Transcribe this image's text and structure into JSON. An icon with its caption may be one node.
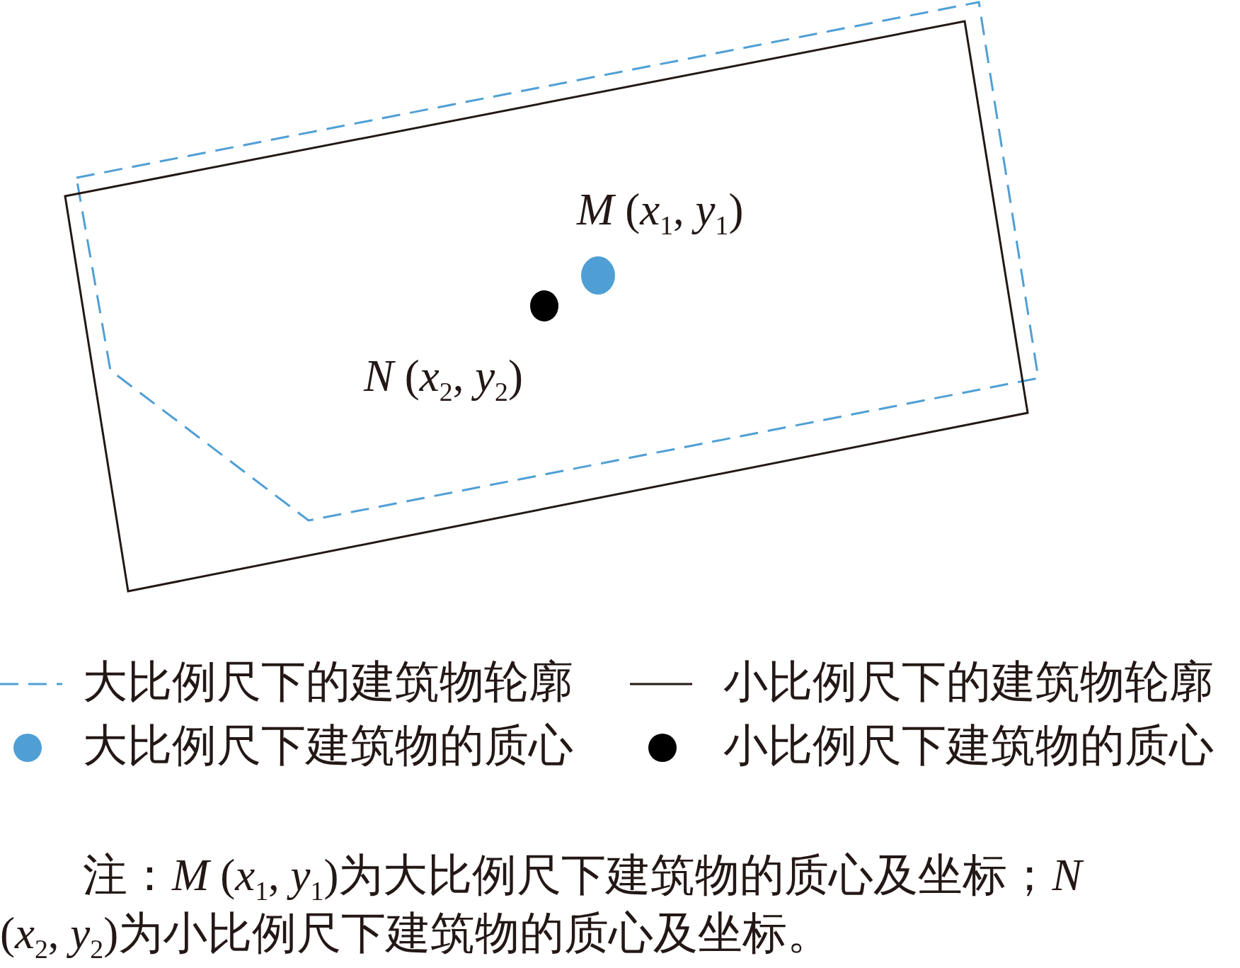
{
  "diagram": {
    "labels": [
      "*M* (*x*$_{1}$, *y*$_{1}$)",
      "*N* (*x*$_{2}$, *y*$_{2}$)"
    ],
    "legend": [
      {
        "text": "大比例尺下的建筑物轮廓"
      },
      {
        "text": "小比例尺下的建筑物轮廓"
      },
      {
        "text": "大比例尺下建筑物的质心",
        "color": "#4f9fd5"
      },
      {
        "text": "小比例尺下建筑物的质心",
        "color": "#000000"
      }
    ],
    "caption": "注：*M* (*x*$_{1}$, *y*$_{1}$)为大比例尺下建筑物的质心及坐标；*N* (*x*$_{2}$, *y*$_{2}$)为小比例尺下建筑物的质心及坐标。"
  }
}
